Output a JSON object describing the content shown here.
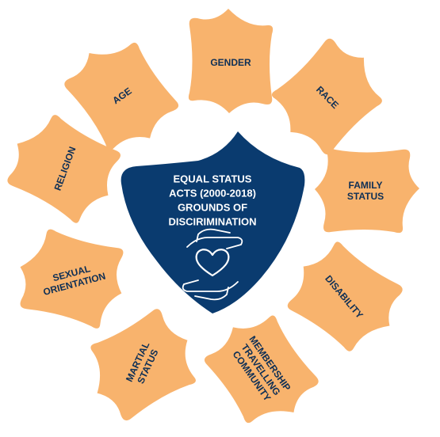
{
  "center": {
    "lines": [
      "EQUAL STATUS",
      "ACTS (2000-2018)",
      "GROUNDS OF",
      "DISCIRIMINATION"
    ],
    "icon": "hands-holding-heart-icon"
  },
  "grounds": [
    {
      "id": "gender",
      "lines": [
        "GENDER"
      ]
    },
    {
      "id": "race",
      "lines": [
        "RACE"
      ]
    },
    {
      "id": "family-status",
      "lines": [
        "FAMILY",
        "STATUS"
      ]
    },
    {
      "id": "disability",
      "lines": [
        "DISABILITY"
      ]
    },
    {
      "id": "membership-travelling-community",
      "lines": [
        "MEMBERSHIP",
        "TRAVELLING",
        "COMMUNITY"
      ]
    },
    {
      "id": "martial-status",
      "lines": [
        "MARTIAL",
        "STATUS"
      ]
    },
    {
      "id": "sexual-orientation",
      "lines": [
        "SEXUAL",
        "ORIENTATION"
      ]
    },
    {
      "id": "religion",
      "lines": [
        "RELIGION"
      ]
    },
    {
      "id": "age",
      "lines": [
        "AGE"
      ]
    }
  ],
  "colors": {
    "petal": "#F8B36D",
    "center": "#0A3B6F",
    "petal_text": "#0E2F55",
    "center_text": "#FFFFFF"
  }
}
